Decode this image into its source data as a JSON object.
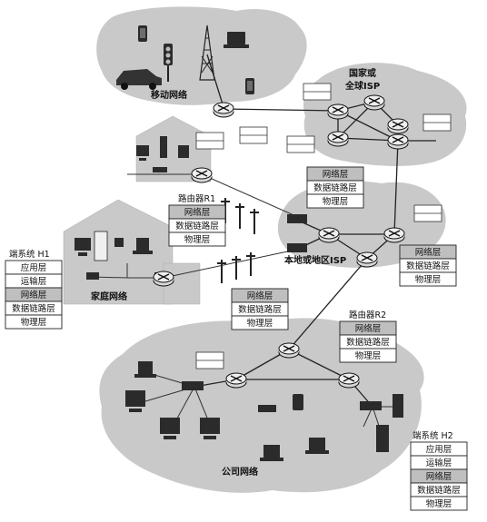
{
  "labels": {
    "mobile_network": "移动网络",
    "national_isp_line1": "国家或",
    "national_isp_line2": "全球ISP",
    "local_isp": "本地或地区ISP",
    "home_network": "家庭网络",
    "enterprise_network": "公司网络",
    "router_r1": "路由器R1",
    "router_r2": "路由器R2",
    "end_system_h1": "端系统 H1",
    "end_system_h2": "端系统 H2"
  },
  "stacks": {
    "h1": [
      "应用层",
      "运输层",
      "网络层",
      "数据链路层",
      "物理层"
    ],
    "h2": [
      "应用层",
      "运输层",
      "网络层",
      "数据链路层",
      "物理层"
    ],
    "r1": [
      "网络层",
      "数据链路层",
      "物理层"
    ],
    "r2": [
      "网络层",
      "数据链路层",
      "物理层"
    ],
    "isp_top": [
      "网络层",
      "数据链路层",
      "物理层"
    ],
    "isp_right": [
      "网络层",
      "数据链路层",
      "物理层"
    ],
    "link_mid": [
      "网络层",
      "数据链路层",
      "物理层"
    ]
  }
}
